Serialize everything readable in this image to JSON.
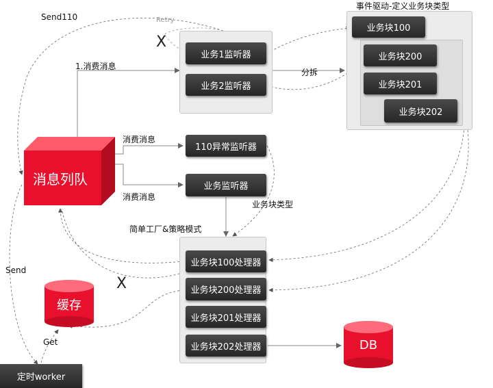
{
  "event_panel": {
    "title": "事件驱动-定义业务块类型",
    "blocks": [
      "业务块100",
      "业务块200",
      "业务块201",
      "业务块202"
    ]
  },
  "listeners_top": [
    "业务1监听器",
    "业务2监听器"
  ],
  "listeners_mid": [
    "110异常监听器",
    "业务监听器"
  ],
  "processor_panel": {
    "title": "简单工厂&策略模式",
    "items": [
      "业务块100处理器",
      "业务块200处理器",
      "业务块201处理器",
      "业务块202处理器"
    ]
  },
  "nodes": {
    "mq": "消息列队",
    "cache": "缓存",
    "db": "DB",
    "worker": "定时worker"
  },
  "edge_labels": {
    "send110": "Send110",
    "retry": "Retry",
    "consume1": "1.消费消息",
    "dispatch": "分拆",
    "consume_a": "消费消息",
    "consume_b": "消费消息",
    "block_type": "业务块类型",
    "send": "Send",
    "get": "Get",
    "x1": "X",
    "x2": "X"
  },
  "colors": {
    "red": "#e8102c",
    "dark_box": "#333333",
    "panel": "#ececec"
  }
}
